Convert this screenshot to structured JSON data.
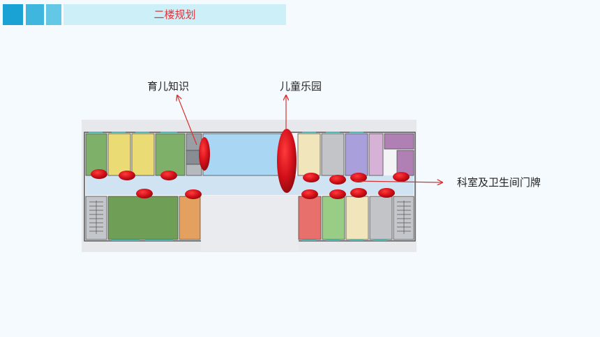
{
  "header": {
    "title": "二楼规划"
  },
  "labels": {
    "parenting": "育儿知识",
    "playground": "儿童乐园",
    "doorplates": "科室及卫生间门牌"
  },
  "colors": {
    "title": "#e0323a",
    "marker": "#d10f19",
    "arrow": "#d9312e"
  }
}
